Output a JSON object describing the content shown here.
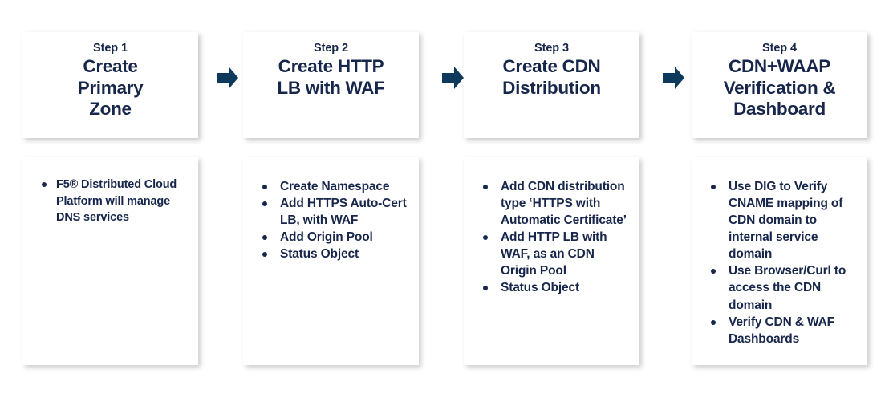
{
  "theme": {
    "text_color": "#17264b",
    "card_background": "#ffffff",
    "arrow_color": "#0d3a5c",
    "page_background": "#ffffff"
  },
  "steps": [
    {
      "step_label": "Step 1",
      "title_line_1": "Create",
      "title_line_2": "Primary",
      "title_line_3": "Zone",
      "bullets": [
        "F5® Distributed Cloud Platform will manage DNS services"
      ]
    },
    {
      "step_label": "Step 2",
      "title_line_1": "Create HTTP",
      "title_line_2": "LB with WAF",
      "title_line_3": "",
      "bullets": [
        "Create Namespace",
        "Add HTTPS Auto-Cert LB, with WAF",
        "Add Origin Pool",
        "Status Object"
      ]
    },
    {
      "step_label": "Step 3",
      "title_line_1": "Create CDN",
      "title_line_2": "Distribution",
      "title_line_3": "",
      "bullets": [
        "Add CDN distribution type ‘HTTPS with Automatic Certificate’",
        "Add HTTP LB with WAF, as an CDN Origin Pool",
        "Status Object"
      ]
    },
    {
      "step_label": "Step 4",
      "title_line_1": "CDN+WAAP",
      "title_line_2": "Verification &",
      "title_line_3": "Dashboard",
      "bullets": [
        "Use DIG to Verify CNAME mapping of CDN domain to internal service domain",
        "Use Browser/Curl to access the CDN domain",
        "Verify CDN & WAF Dashboards"
      ]
    }
  ],
  "connectors": [
    {
      "name": "arrow-step1-to-step2"
    },
    {
      "name": "arrow-step2-to-step3"
    },
    {
      "name": "arrow-step3-to-step4"
    }
  ]
}
